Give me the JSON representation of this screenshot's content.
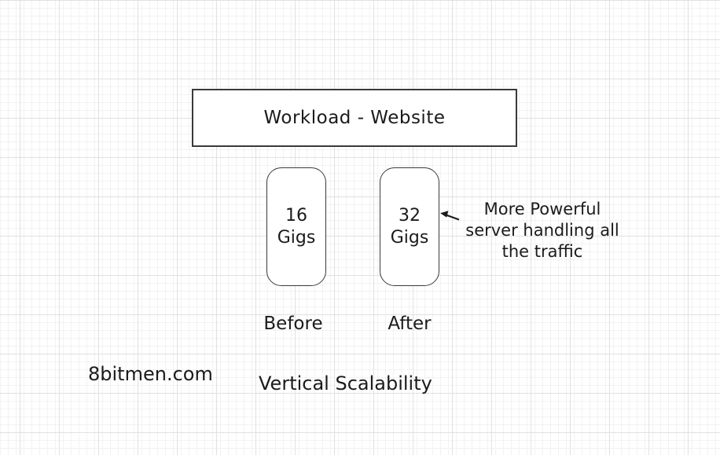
{
  "canvas": {
    "background": "#ffffff",
    "grid_minor_color": "#f3f2f3",
    "grid_major_color": "#e1e1e3",
    "stroke_color": "#3a3a3a",
    "text_color": "#1b1b1b"
  },
  "diagram": {
    "workload_box": {
      "label": "Workload - Website"
    },
    "servers": [
      {
        "capacity": "16\nGigs",
        "caption": "Before"
      },
      {
        "capacity": "32\nGigs",
        "caption": "After"
      }
    ],
    "annotation": {
      "arrow_icon": "left-arrow-icon",
      "lines": [
        "More Powerful",
        "server handling all",
        "the traffic"
      ]
    },
    "watermark": "8bitmen.com",
    "caption": "Vertical Scalability"
  }
}
